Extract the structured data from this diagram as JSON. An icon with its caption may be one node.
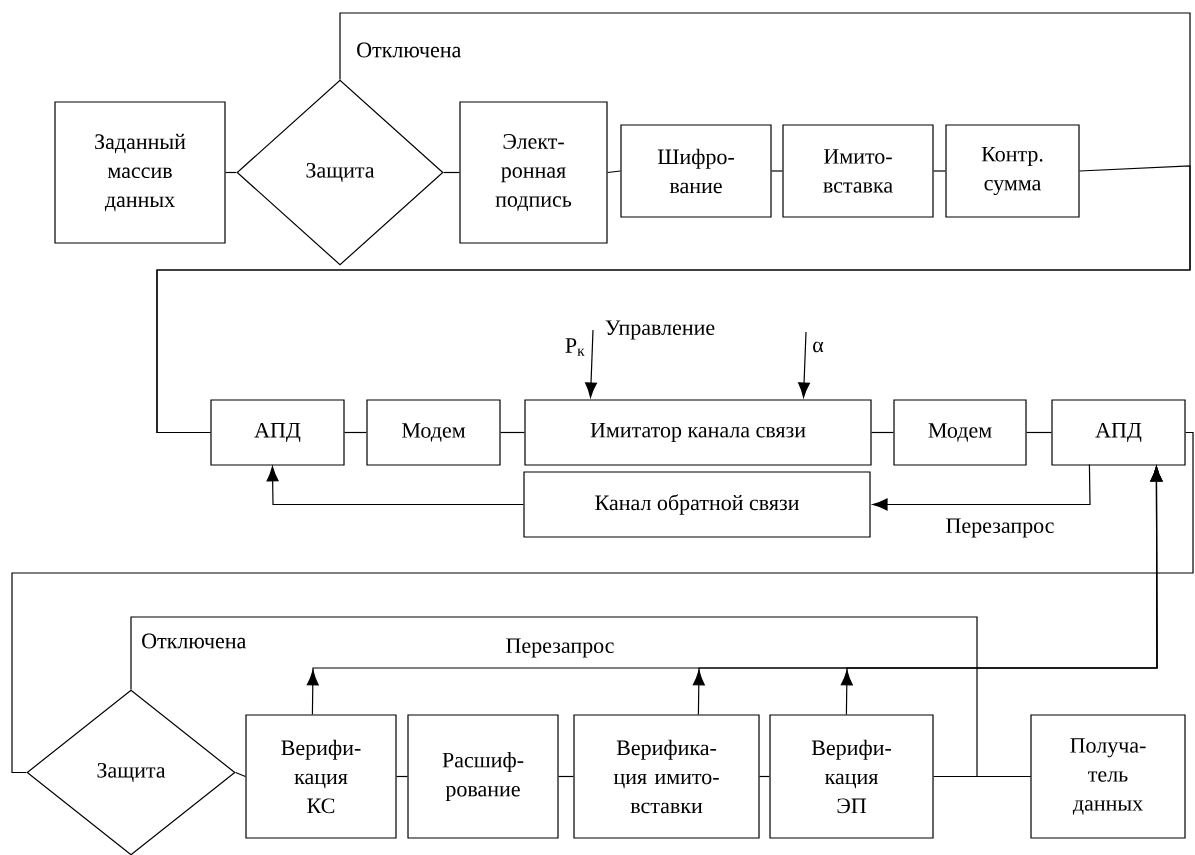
{
  "diagram": {
    "nodes": [
      {
        "text": [
          "Заданный массив данных"
        ]
      },
      {
        "text": [
          "Защита"
        ]
      },
      {
        "text": [
          "Элект- ронная подпись"
        ]
      },
      {
        "text": [
          "Шифро- вание"
        ]
      },
      {
        "text": [
          "Имито- вставка"
        ]
      },
      {
        "text": [
          "Контр. сумма"
        ]
      },
      {
        "text": [
          "АПД"
        ]
      },
      {
        "text": [
          "Модем"
        ]
      },
      {
        "text": [
          "Имитатор канала связи"
        ]
      },
      {
        "text": [
          "Модем"
        ]
      },
      {
        "text": [
          "АПД"
        ]
      },
      {
        "text": [
          "Канал обратной связи"
        ]
      },
      {
        "text": [
          "Защита"
        ]
      },
      {
        "text": [
          "Верифи- кация КС"
        ]
      },
      {
        "text": [
          "Расшиф- рование"
        ]
      },
      {
        "text": [
          "Верифика- ция имито- вставки"
        ]
      },
      {
        "text": [
          "Верифи- кация ЭП"
        ]
      },
      {
        "text": [
          "Получа- тель данных"
        ]
      }
    ],
    "edges": [
      {
        "from": 0,
        "to": 1,
        "arrow": "none"
      },
      {
        "from": 1,
        "to": 2,
        "arrow": "none"
      },
      {
        "from": 2,
        "to": 3,
        "arrow": "none"
      },
      {
        "from": 3,
        "to": 4,
        "arrow": "none"
      },
      {
        "from": 4,
        "to": 5,
        "arrow": "none"
      },
      {
        "from": 5,
        "to": 6,
        "arrow": "none"
      },
      {
        "from": 1,
        "to": 6,
        "arrow": "none",
        "label": "Отключена"
      },
      {
        "from": 6,
        "to": 7,
        "arrow": "none"
      },
      {
        "from": 7,
        "to": 8,
        "arrow": "none"
      },
      {
        "from": 8,
        "to": 9,
        "arrow": "none"
      },
      {
        "from": 9,
        "to": 10,
        "arrow": "none"
      },
      {
        "from": null,
        "to": 8,
        "arrow": "to",
        "label": "Р$_{к}$"
      },
      {
        "from": null,
        "to": 8,
        "arrow": "to",
        "label": "α"
      },
      {
        "from": 10,
        "to": 11,
        "arrow": "to",
        "label": "Перезапрос"
      },
      {
        "from": 11,
        "to": 6,
        "arrow": "to"
      },
      {
        "from": 10,
        "to": 12,
        "arrow": "none"
      },
      {
        "from": 12,
        "to": 13,
        "arrow": "none"
      },
      {
        "from": 13,
        "to": 14,
        "arrow": "none"
      },
      {
        "from": 14,
        "to": 15,
        "arrow": "none"
      },
      {
        "from": 15,
        "to": 16,
        "arrow": "none"
      },
      {
        "from": 16,
        "to": 17,
        "arrow": "none"
      },
      {
        "from": 12,
        "to": 17,
        "arrow": "none",
        "label": "Отключена"
      },
      {
        "from": 13,
        "to": 10,
        "arrow": "to",
        "label": "Перезапрос"
      },
      {
        "from": 15,
        "to": 10,
        "arrow": "to"
      },
      {
        "from": 16,
        "to": 10,
        "arrow": "to"
      }
    ],
    "labels": [
      "Управление"
    ]
  }
}
